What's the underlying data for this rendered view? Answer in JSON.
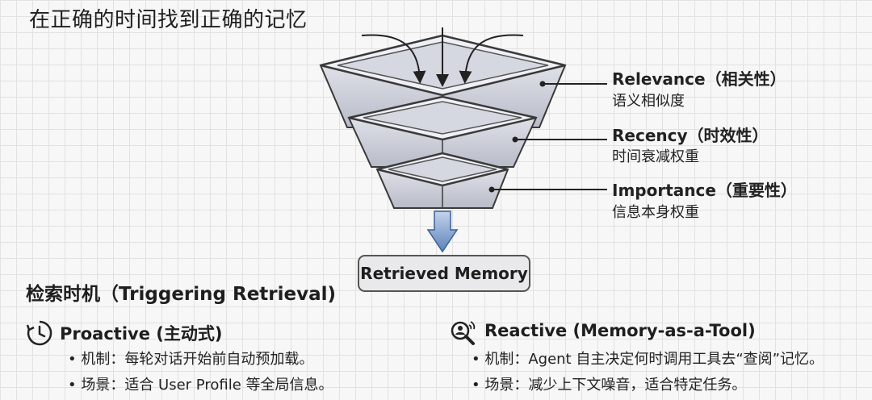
{
  "title": "在正确的时间找到正确的记忆",
  "funnel": {
    "factors": [
      {
        "name": "Relevance（相关性）",
        "desc": "语义相似度"
      },
      {
        "name": "Recency（时效性）",
        "desc": "时间衰减权重"
      },
      {
        "name": "Importance（重要性）",
        "desc": "信息本身权重"
      }
    ],
    "output": "Retrieved Memory"
  },
  "triggering": {
    "title": "检索时机（Triggering Retrieval)",
    "proactive": {
      "icon": "clock-icon",
      "title": "Proactive (主动式)",
      "bullets": [
        "• 机制：每轮对话开始前自动预加载。",
        "• 场景：适合 User Profile 等全局信息。"
      ]
    },
    "reactive": {
      "icon": "magnifier-person-icon",
      "title": "Reactive (Memory-as-a-Tool)",
      "bullets": [
        "• 机制：Agent 自主决定何时调用工具去“查阅”记忆。",
        "• 场景：减少上下文噪音，适合特定任务。"
      ]
    }
  },
  "colors": {
    "funnel_fill": "#c9ccd6",
    "funnel_stroke": "#3a3a3a",
    "arrow_fill": "#6f93c4"
  }
}
